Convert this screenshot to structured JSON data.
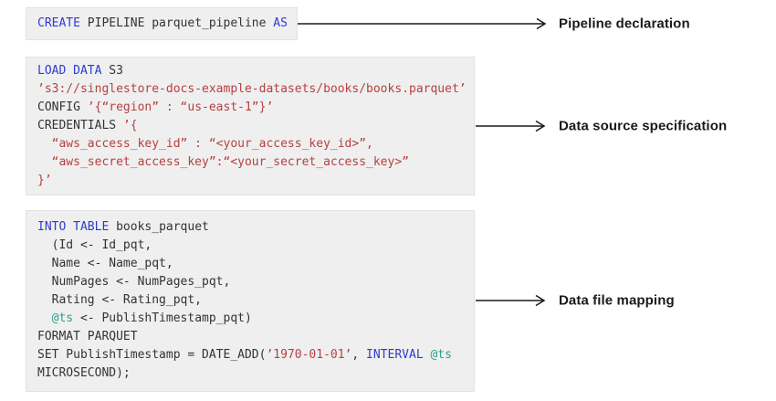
{
  "diagram": {
    "colors": {
      "block_bg": "#efefef",
      "block_border": "#e2e2e2",
      "keyword": "#2d3bd0",
      "string": "#b6403f",
      "variable": "#2f9c8e",
      "code": "#333333",
      "label": "#1a1a1a",
      "arrow": "#1a1a1a"
    },
    "blocks": [
      {
        "id": "pipeline-declaration",
        "label": "Pipeline declaration",
        "lines": [
          [
            {
              "text": "CREATE",
              "color": "keyword"
            },
            {
              "text": " PIPELINE parquet_pipeline ",
              "color": "code"
            },
            {
              "text": "AS",
              "color": "keyword"
            }
          ]
        ]
      },
      {
        "id": "data-source-specification",
        "label": "Data source specification",
        "lines": [
          [
            {
              "text": "LOAD DATA",
              "color": "keyword"
            },
            {
              "text": " S3",
              "color": "code"
            }
          ],
          [
            {
              "text": "’s3://singlestore-docs-example-datasets/books/books.parquet’",
              "color": "string"
            }
          ],
          [
            {
              "text": "CONFIG ",
              "color": "code"
            },
            {
              "text": "’{“region” : “us-east-1”}’",
              "color": "string"
            }
          ],
          [
            {
              "text": "CREDENTIALS ",
              "color": "code"
            },
            {
              "text": "’{",
              "color": "string"
            }
          ],
          [
            {
              "text": "  “aws_access_key_id” : “<your_access_key_id>”,",
              "color": "string"
            }
          ],
          [
            {
              "text": "  “aws_secret_access_key”:“<your_secret_access_key>”",
              "color": "string"
            }
          ],
          [
            {
              "text": "}’",
              "color": "string"
            }
          ]
        ]
      },
      {
        "id": "data-file-mapping",
        "label": "Data file mapping",
        "lines": [
          [
            {
              "text": "INTO TABLE",
              "color": "keyword"
            },
            {
              "text": " books_parquet",
              "color": "code"
            }
          ],
          [
            {
              "text": "  (Id <- Id_pqt,",
              "color": "code"
            }
          ],
          [
            {
              "text": "  Name <- Name_pqt,",
              "color": "code"
            }
          ],
          [
            {
              "text": "  NumPages <- NumPages_pqt,",
              "color": "code"
            }
          ],
          [
            {
              "text": "  Rating <- Rating_pqt,",
              "color": "code"
            }
          ],
          [
            {
              "text": "  ",
              "color": "code"
            },
            {
              "text": "@ts",
              "color": "variable"
            },
            {
              "text": " <- PublishTimestamp_pqt)",
              "color": "code"
            }
          ],
          [
            {
              "text": "FORMAT PARQUET",
              "color": "code"
            }
          ],
          [
            {
              "text": "SET PublishTimestamp = DATE_ADD(",
              "color": "code"
            },
            {
              "text": "’1970-01-01’",
              "color": "string"
            },
            {
              "text": ", ",
              "color": "code"
            },
            {
              "text": "INTERVAL",
              "color": "keyword"
            },
            {
              "text": " ",
              "color": "code"
            },
            {
              "text": "@ts",
              "color": "variable"
            }
          ],
          [
            {
              "text": "MICROSECOND);",
              "color": "code"
            }
          ]
        ]
      }
    ]
  }
}
